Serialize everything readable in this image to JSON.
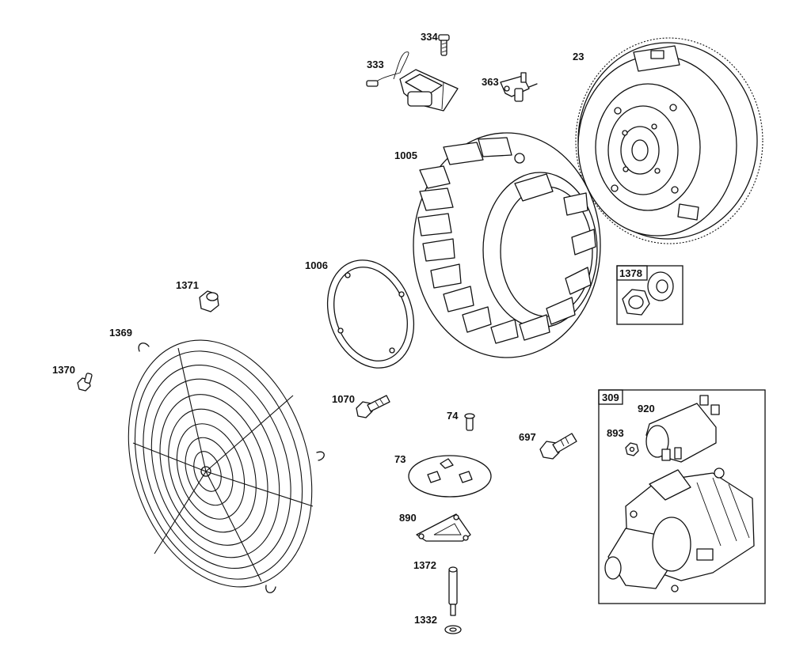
{
  "labels": {
    "p334": "334",
    "p333": "333",
    "p363": "363",
    "p23": "23",
    "p1005": "1005",
    "p1006": "1006",
    "p1371": "1371",
    "p1378": "1378",
    "p1369": "1369",
    "p1370": "1370",
    "p1070": "1070",
    "p74": "74",
    "p73": "73",
    "p697": "697",
    "p890": "890",
    "p1372": "1372",
    "p1332": "1332",
    "p309": "309",
    "p920": "920",
    "p893": "893"
  }
}
